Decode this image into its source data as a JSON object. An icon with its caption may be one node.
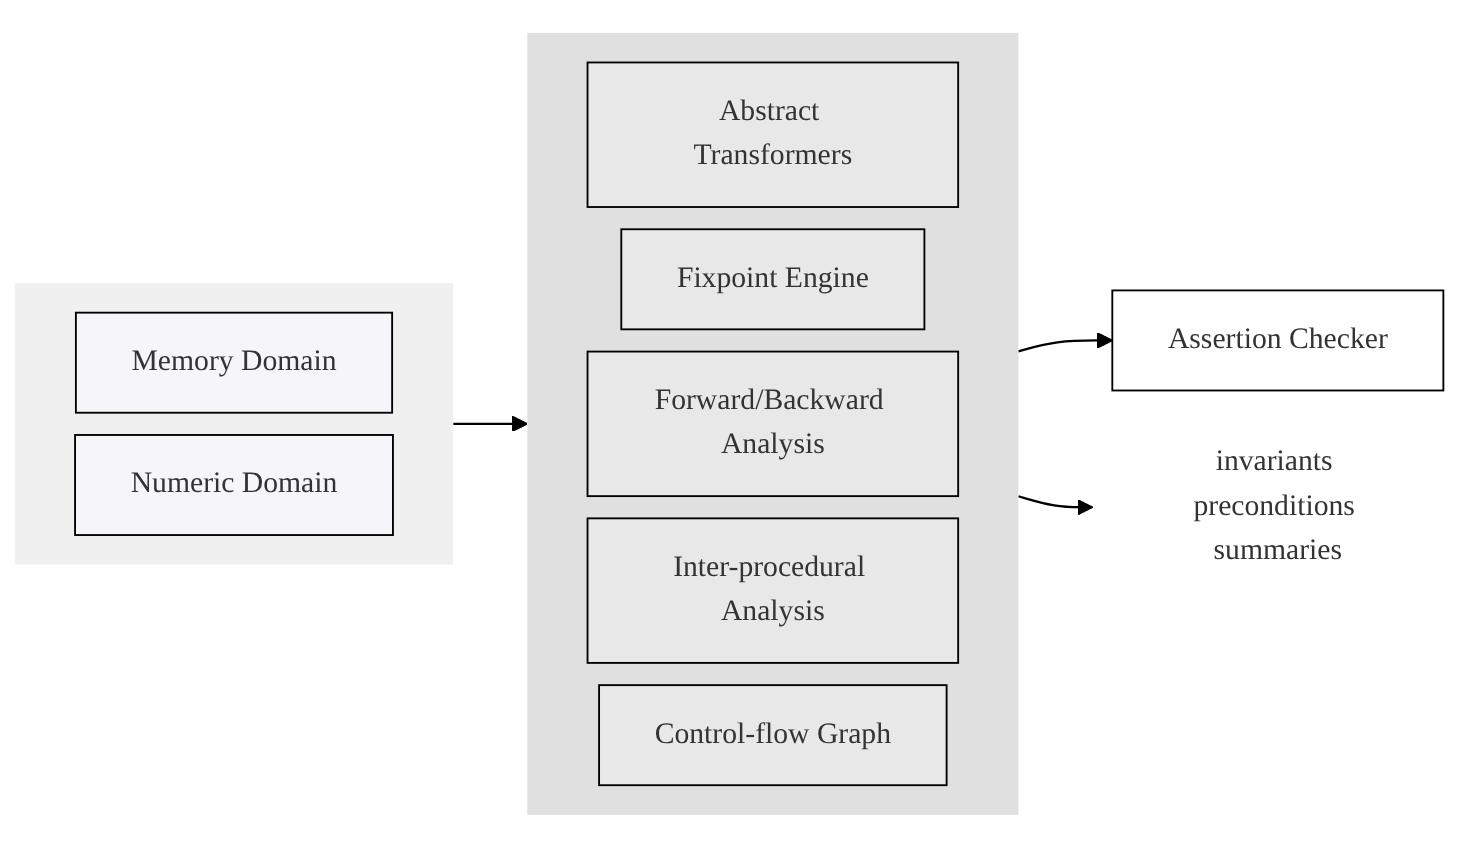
{
  "diagram": {
    "nodes": [
      {
        "text": [],
        "shape": "box"
      },
      {
        "text": [
          "Memory Domain"
        ],
        "in": 0
      },
      {
        "text": [
          "Numeric Domain"
        ],
        "in": 0
      },
      {
        "text": [],
        "shape": "box"
      },
      {
        "text": [
          "Abstract Transformers"
        ],
        "in": 3
      },
      {
        "text": [
          "Fixpoint Engine"
        ],
        "in": 3
      },
      {
        "text": [
          "Forward/Backward Analysis"
        ],
        "in": 3
      },
      {
        "text": [
          "Inter-procedural Analysis"
        ],
        "in": 3
      },
      {
        "text": [
          "Control-flow Graph"
        ],
        "in": 3
      },
      {
        "text": [
          "Assertion Checker"
        ]
      },
      {
        "text": [
          "invariants preconditions summaries"
        ]
      }
    ],
    "edges": [
      {
        "from": 0,
        "to": 3,
        "arrow": "to"
      },
      {
        "from": 3,
        "to": 9,
        "arrow": "to"
      },
      {
        "from": 3,
        "to": 10,
        "arrow": "to"
      }
    ]
  }
}
